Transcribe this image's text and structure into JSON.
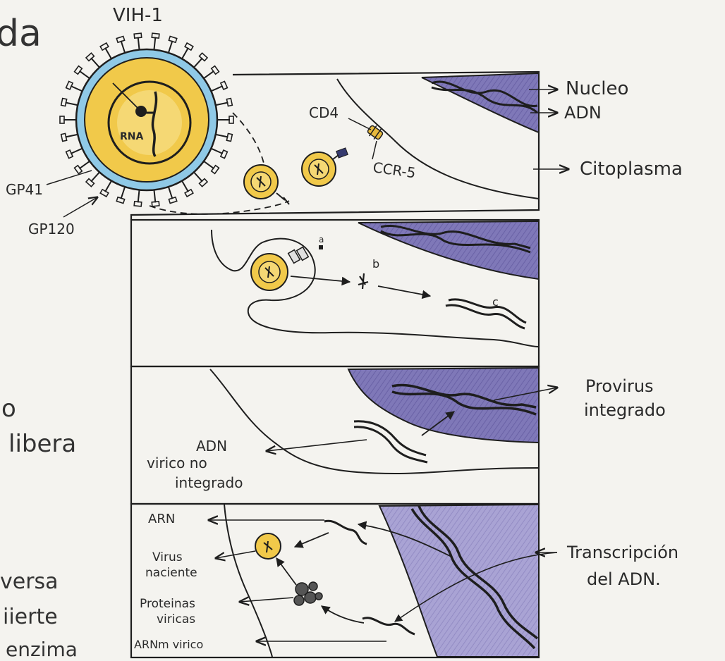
{
  "edge_text": {
    "top_left": "da",
    "left_1": "o",
    "left_2": "libera",
    "left_3": "versa",
    "left_4": "iierte",
    "left_5": "enzima"
  },
  "virus": {
    "title": "VIH-1",
    "core_label": "RNA",
    "gp41_label": "GP41",
    "gp120_label": "GP120"
  },
  "panel1": {
    "receptor_label": "CD4",
    "coreceptor_label": "CCR-5",
    "nucleus_label": "Nucleo",
    "dna_label": "ADN",
    "cytoplasm_label": "Citoplasma"
  },
  "panel2": {
    "step_a": "a",
    "step_b": "b",
    "step_c": "c"
  },
  "panel3": {
    "integrated_line1": "Provirus",
    "integrated_line2": "integrado",
    "unintegrated_line1": "ADN",
    "unintegrated_line2": "virico no",
    "unintegrated_line3": "integrado"
  },
  "panel4": {
    "rna_label": "ARN",
    "nascent_line1": "Virus",
    "nascent_line2": "naciente",
    "proteins_line1": "Proteinas",
    "proteins_line2": "viricas",
    "mrna_label": "ARNm virico",
    "transcription_line1": "Transcripción",
    "transcription_line2": "del ADN."
  },
  "colors": {
    "nucleus": "#7f78b8",
    "virus_core": "#f1c94a",
    "virus_envelope": "#8fc9e6",
    "ink": "#1e1e1e"
  }
}
